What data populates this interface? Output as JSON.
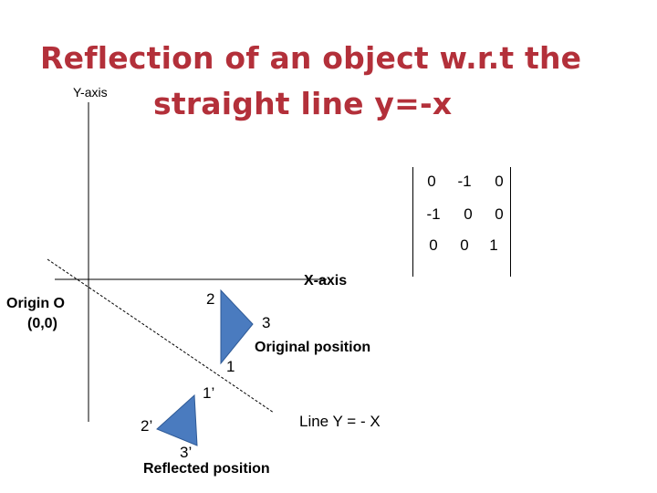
{
  "title": {
    "line1": "Reflection of an object w.r.t the",
    "line2": "straight line y=-x"
  },
  "axes": {
    "y_label": "Y-axis",
    "x_label": "X-axis"
  },
  "origin": {
    "label": "Origin   O",
    "coords": "(0,0)"
  },
  "matrix": {
    "rows": [
      [
        "0",
        "-1",
        "0"
      ],
      [
        "-1",
        "0",
        "0"
      ],
      [
        "0",
        "0",
        "1"
      ]
    ]
  },
  "original": {
    "label": "Original position",
    "vertices": [
      "1",
      "2",
      "3"
    ]
  },
  "reflected": {
    "label": "Reflected position",
    "vertices": [
      "1’",
      "2’",
      "3’"
    ]
  },
  "line_label": "Line Y = - X",
  "colors": {
    "title": "#b3303a",
    "triangle_fill": "#4a7bbf",
    "triangle_stroke": "#2f5a96"
  }
}
